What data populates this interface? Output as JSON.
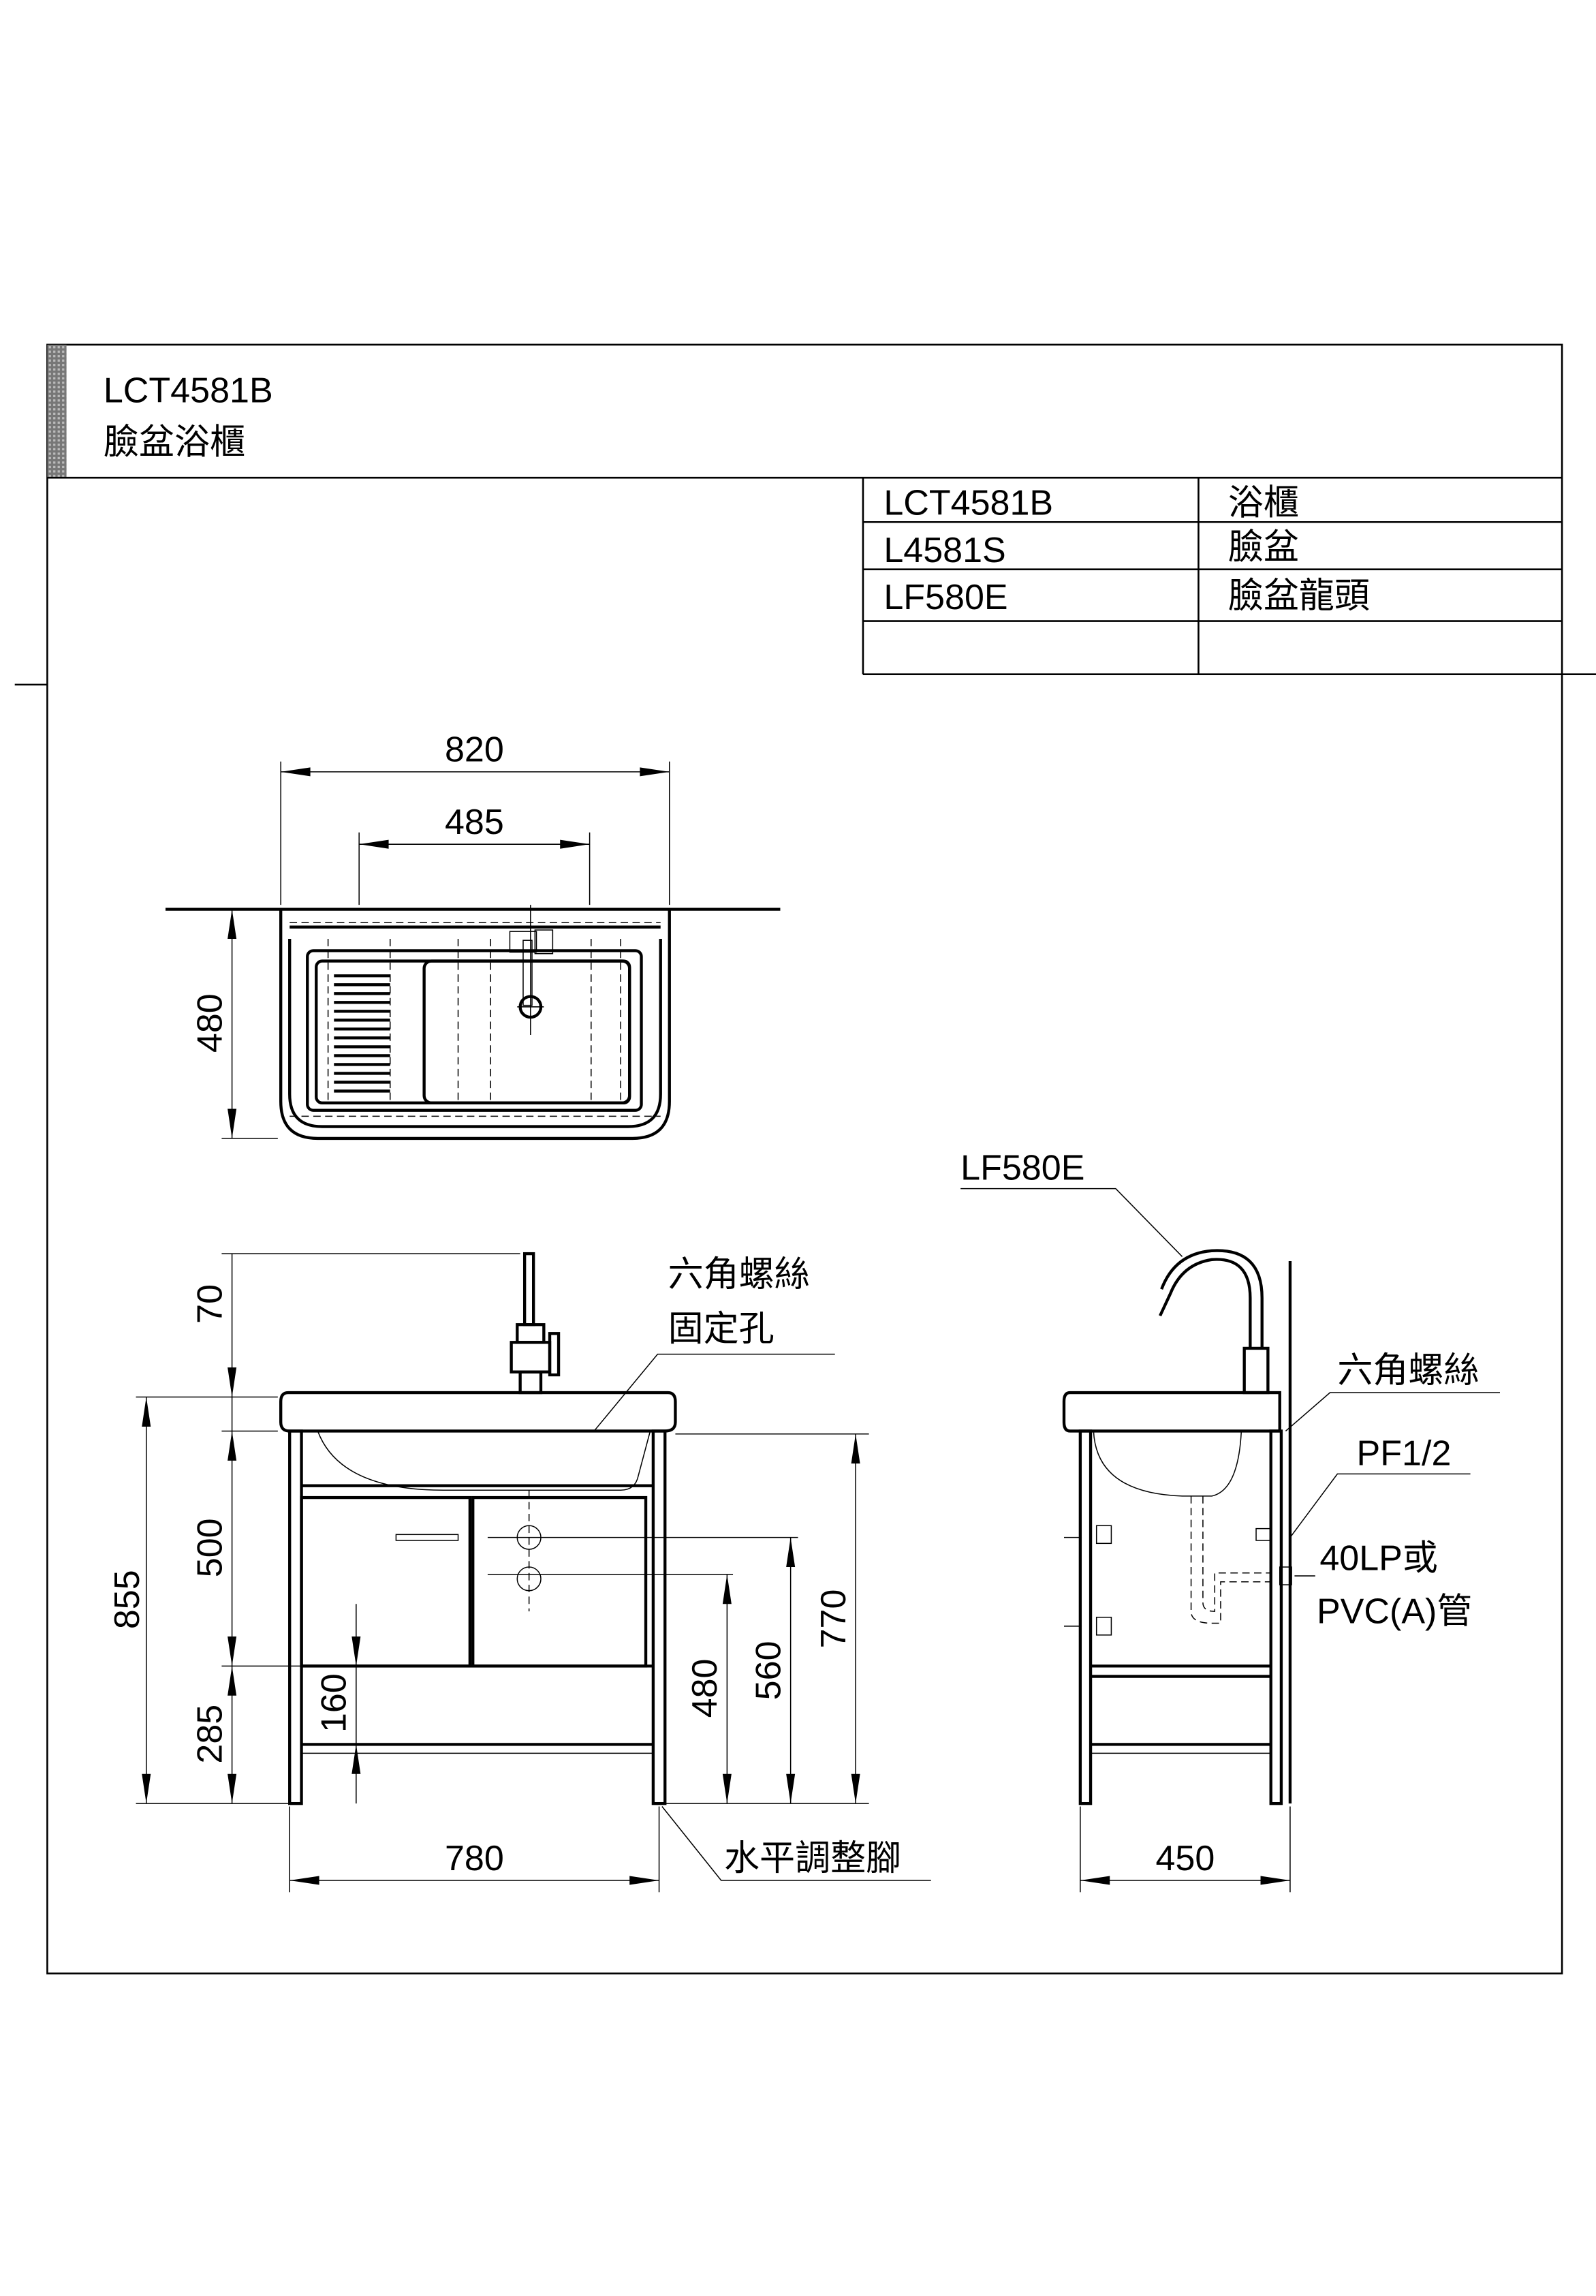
{
  "title_block": {
    "model": "LCT4581B",
    "name": "臉盆浴櫃"
  },
  "parts_table": {
    "rows": [
      {
        "code": "LCT4581B",
        "desc": "浴櫃"
      },
      {
        "code": "L4581S",
        "desc": "臉盆"
      },
      {
        "code": "LF580E",
        "desc": "臉盆龍頭"
      },
      {
        "code": "",
        "desc": ""
      }
    ]
  },
  "top_view": {
    "width_dim": "820",
    "faucet_dim": "485",
    "depth_dim": "480"
  },
  "front_view": {
    "faucet_height_dim": "70",
    "total_height_dim": "855",
    "upper_dim": "500",
    "lower_dim": "285",
    "shelf_dim": "160",
    "drain_480_dim": "480",
    "drain_560_dim": "560",
    "counter_770_dim": "770",
    "width_dim": "780",
    "label_hex_screw_line1": "六角螺絲",
    "label_hex_screw_line2": "固定孔",
    "label_leveling_foot": "水平調整腳"
  },
  "side_view": {
    "faucet_label": "LF580E",
    "label_hex_screw": "六角螺絲",
    "label_pf": "PF1/2",
    "label_pipe_line1": "40LP或",
    "label_pipe_line2": "PVC(A)管",
    "depth_dim": "450"
  }
}
